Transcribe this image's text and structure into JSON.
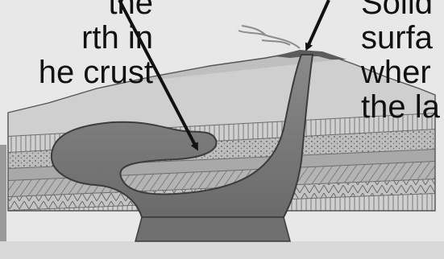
{
  "left_caption": {
    "line1": "the",
    "line2": "rth in",
    "line3": "he crust"
  },
  "right_caption": {
    "line1": "Solid",
    "line2": "surfa",
    "line3": "wher",
    "line4": "the la"
  },
  "colors": {
    "background": "#e8e8e8",
    "magma": "#7b7b7b",
    "magma_edge": "#3c3c3c",
    "rock_light": "#c9c9c9",
    "rock_mid": "#a6a6a6",
    "rock_dark": "#8f8f8f",
    "arrow": "#111111"
  }
}
